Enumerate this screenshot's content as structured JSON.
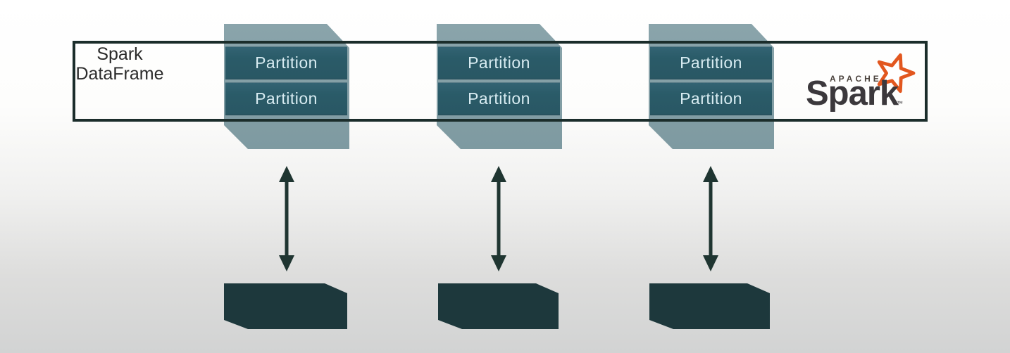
{
  "dataframe_box": {
    "label_line1": "Spark",
    "label_line2": "DataFrame"
  },
  "partition_groups": [
    {
      "partitions": [
        {
          "label": "Partition"
        },
        {
          "label": "Partition"
        }
      ]
    },
    {
      "partitions": [
        {
          "label": "Partition"
        },
        {
          "label": "Partition"
        }
      ]
    },
    {
      "partitions": [
        {
          "label": "Partition"
        },
        {
          "label": "Partition"
        }
      ]
    }
  ],
  "spark_logo": {
    "apache": "APACHE",
    "name": "Spark",
    "tm": "™"
  },
  "colors": {
    "partition_group_bg": "#84a0a7",
    "partition_block_bg": "#2a5b68",
    "partition_text": "#d8ecf2",
    "box_border": "#1b2d2b",
    "arrow": "#1f3531",
    "storage_block": "#1d383c",
    "spark_orange": "#e2571f",
    "logo_text": "#3b383c",
    "background_top": "#ffffff",
    "background_bottom": "#d2d3d3"
  }
}
